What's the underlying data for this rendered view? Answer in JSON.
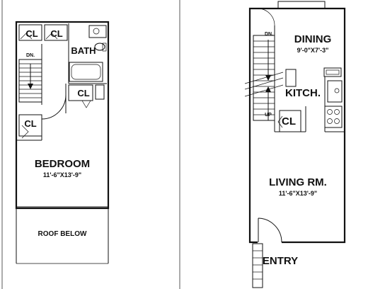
{
  "upper_floor": {
    "closets": [
      "CL",
      "CL",
      "CL",
      "CL"
    ],
    "bath": "BATH",
    "stair_direction": "DN.",
    "bedroom": {
      "name": "BEDROOM",
      "dims": "11'-6\"X13'-9\""
    },
    "roof": "ROOF BELOW"
  },
  "main_floor": {
    "stair_direction": "DN.",
    "stair_up": "UP",
    "dining": {
      "name": "DINING",
      "dims": "9'-0\"X7'-3\""
    },
    "kitchen": "KITCH.",
    "closet": "CL",
    "living": {
      "name": "LIVING RM.",
      "dims": "11'-6\"X13'-9\""
    },
    "entry": "ENTRY"
  }
}
